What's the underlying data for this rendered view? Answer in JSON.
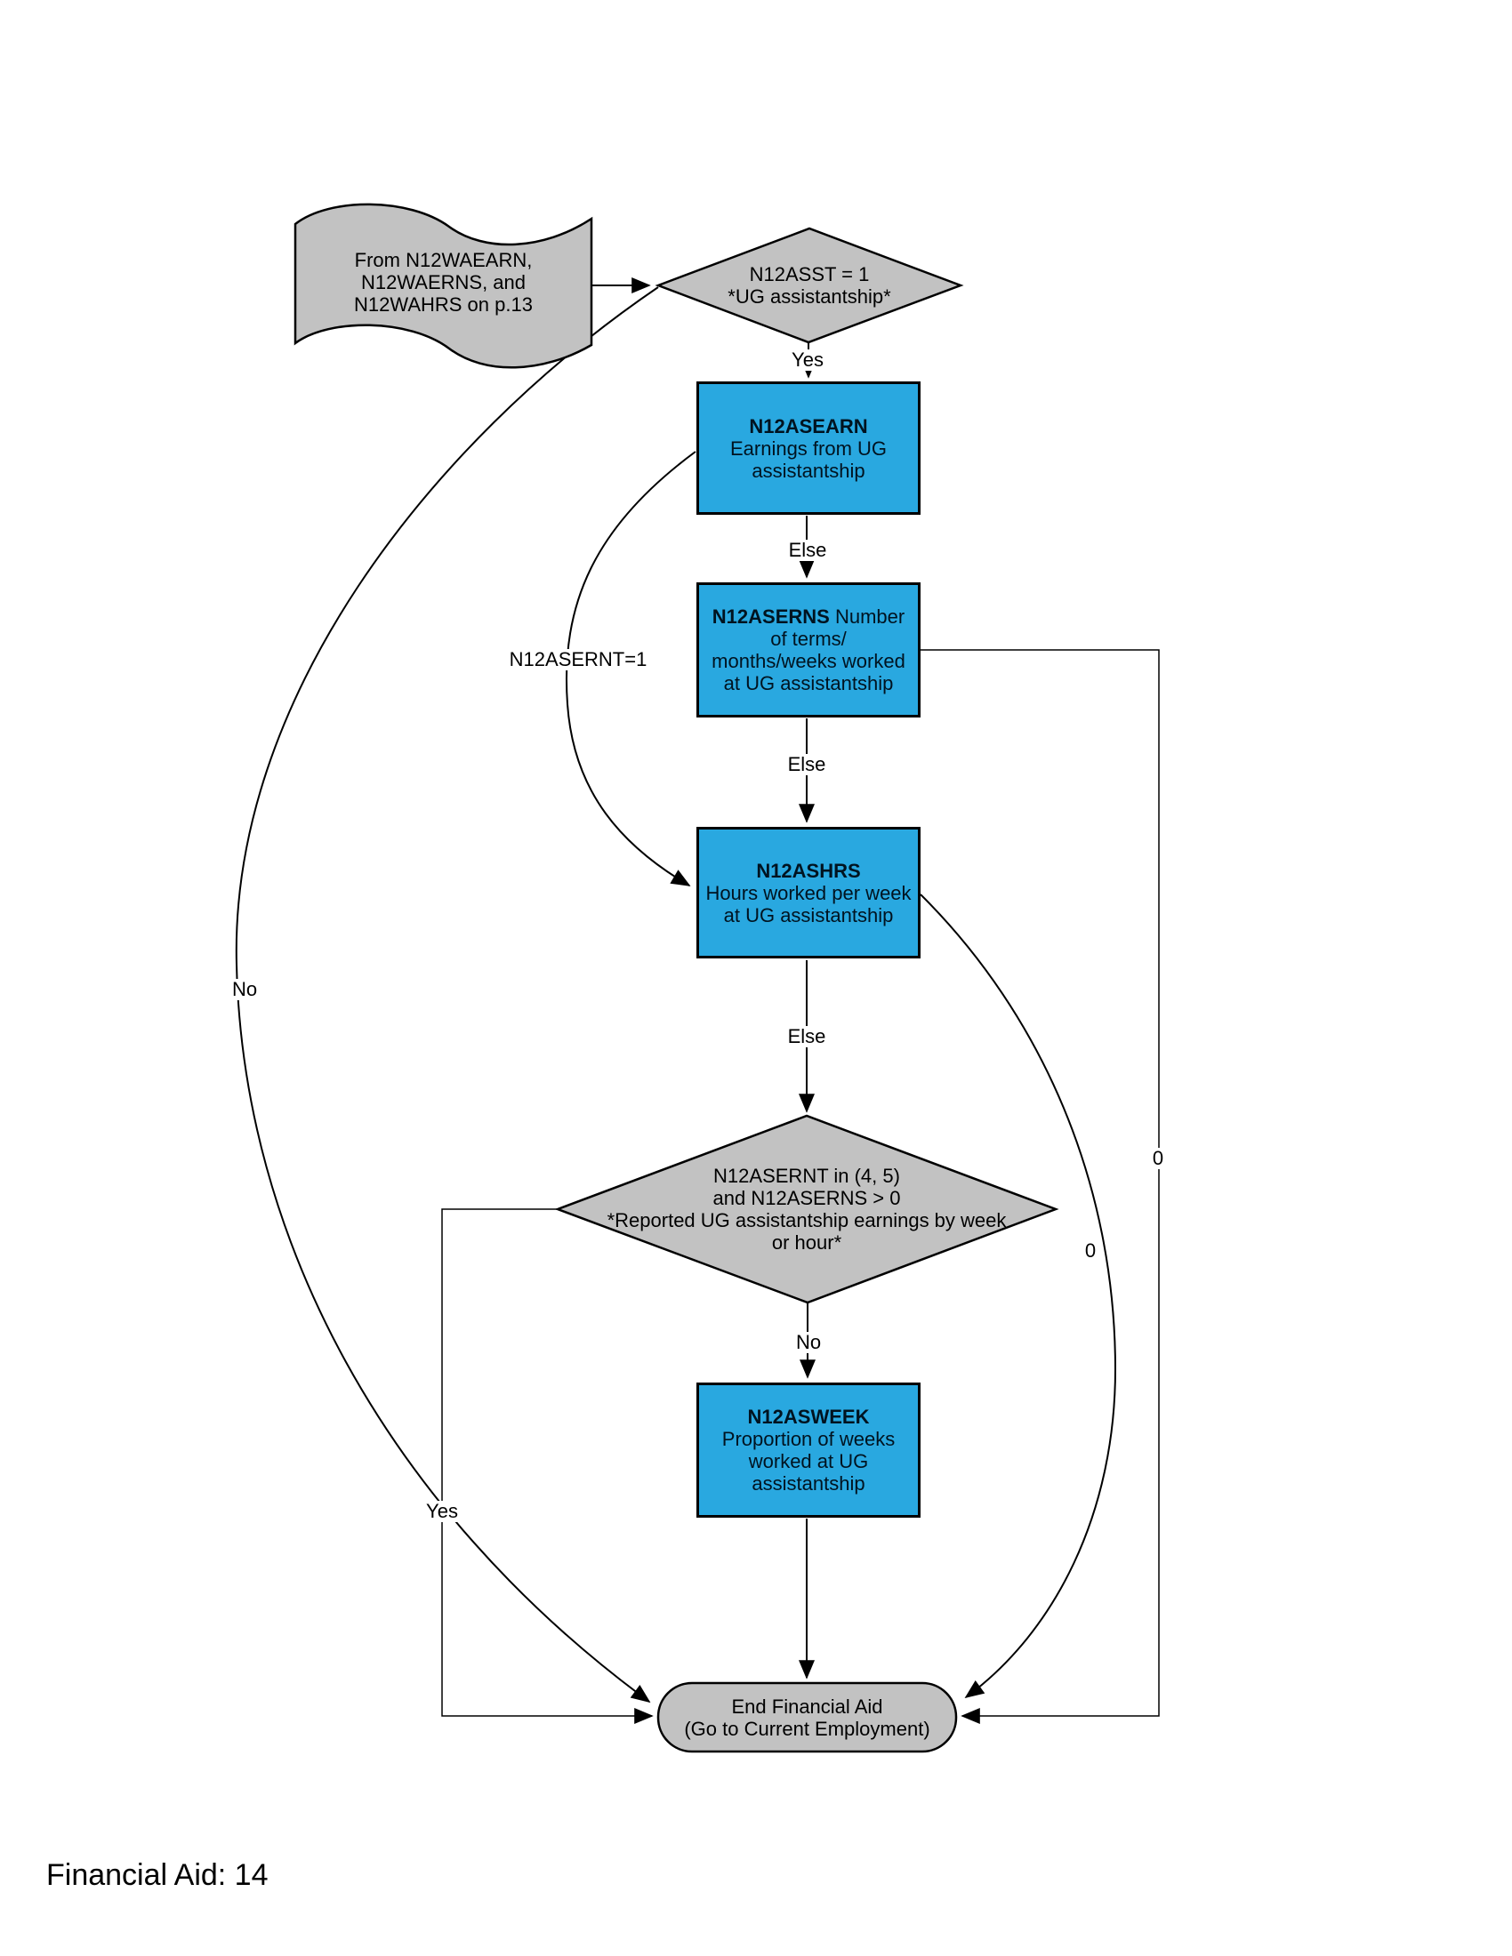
{
  "page": {
    "footer": "Financial Aid: 14"
  },
  "colors": {
    "node_blue": "#29A8E0",
    "shape_gray": "#C2C2C2",
    "line_black": "#000000"
  },
  "nodes": {
    "flag": {
      "lines": [
        "From N12WAEARN,",
        "N12WAERNS, and",
        "N12WAHRS on p.13"
      ]
    },
    "decision_asst": {
      "lines": [
        "N12ASST = 1",
        "*UG assistantship*"
      ]
    },
    "asearn": {
      "title": "N12ASEARN",
      "lines": [
        "Earnings from UG",
        "assistantship"
      ]
    },
    "aserns": {
      "title": "N12ASERNS",
      "rest": "Number",
      "lines": [
        "of terms/",
        "months/weeks worked",
        "at UG assistantship"
      ]
    },
    "ashrs": {
      "title": "N12ASHRS",
      "lines": [
        "Hours worked per week",
        "at UG assistantship"
      ]
    },
    "decision_asernt": {
      "lines": [
        "N12ASERNT in (4, 5)",
        "and N12ASERNS > 0",
        "*Reported UG assistantship earnings by week",
        "or hour*"
      ]
    },
    "asweek": {
      "title": "N12ASWEEK",
      "lines": [
        "Proportion of weeks",
        "worked at UG",
        "assistantship"
      ]
    },
    "end": {
      "lines": [
        "End Financial Aid",
        "(Go to Current Employment)"
      ]
    }
  },
  "edge_labels": {
    "yes_top": "Yes",
    "else1": "Else",
    "else2": "Else",
    "else3": "Else",
    "no_mid": "No",
    "no_left": "No",
    "yes_left": "Yes",
    "asernt_eq1": "N12ASERNT=1",
    "zero_curve": "0",
    "zero_right": "0"
  }
}
